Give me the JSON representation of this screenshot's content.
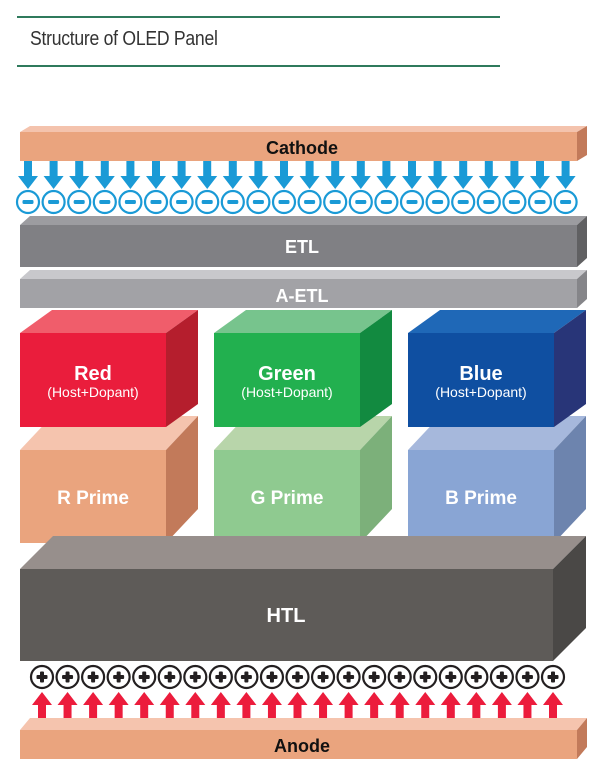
{
  "header": {
    "title": "Structure of OLED Panel"
  },
  "colors": {
    "header_rule": "#2f7a5c",
    "electron": "#1a9ad6",
    "hole_arrow": "#ec1c3c",
    "hole_ring": "#231f20"
  },
  "layers": {
    "cathode": {
      "label": "Cathode",
      "front": "#eaa47e",
      "top": "#f4c3ad",
      "side": "#c27a5a",
      "text": "#111111"
    },
    "etl": {
      "label": "ETL",
      "front": "#808084",
      "top": "#9c9ca0",
      "side": "#606062",
      "text": "#ffffff"
    },
    "aetl": {
      "label": "A-ETL",
      "front": "#a2a2a6",
      "top": "#c8c8cc",
      "side": "#858589",
      "text": "#ffffff"
    },
    "emitters": [
      {
        "label": "Red",
        "sublabel": "(Host+Dopant)",
        "front": "#ea1d3c",
        "top": "#f05d6b",
        "side": "#b51e2d",
        "text": "#ffffff"
      },
      {
        "label": "Green",
        "sublabel": "(Host+Dopant)",
        "front": "#22b04f",
        "top": "#77c48d",
        "side": "#128a40",
        "text": "#ffffff"
      },
      {
        "label": "Blue",
        "sublabel": "(Host+Dopant)",
        "front": "#0f4fa1",
        "top": "#1f68b7",
        "side": "#283578",
        "text": "#ffffff"
      }
    ],
    "primes": [
      {
        "label": "R Prime",
        "front": "#eaa47e",
        "top": "#f5c4ae",
        "side": "#c27a5a",
        "text": "#ffffff"
      },
      {
        "label": "G Prime",
        "front": "#8fca90",
        "top": "#b8d5aa",
        "side": "#7cb07a",
        "text": "#ffffff"
      },
      {
        "label": "B Prime",
        "front": "#89a5d4",
        "top": "#a6b8dc",
        "side": "#6d84ae",
        "text": "#ffffff"
      }
    ],
    "htl": {
      "label": "HTL",
      "front": "#5e5b58",
      "top": "#978f8c",
      "side": "#4a4846",
      "text": "#ffffff"
    },
    "anode": {
      "label": "Anode",
      "front": "#eaa47e",
      "top": "#f5c4ae",
      "side": "#c27a5a",
      "text": "#111111"
    }
  },
  "carriers": {
    "electrons": {
      "count": 22,
      "symbol": "minus"
    },
    "holes": {
      "count": 21,
      "symbol": "plus"
    }
  }
}
